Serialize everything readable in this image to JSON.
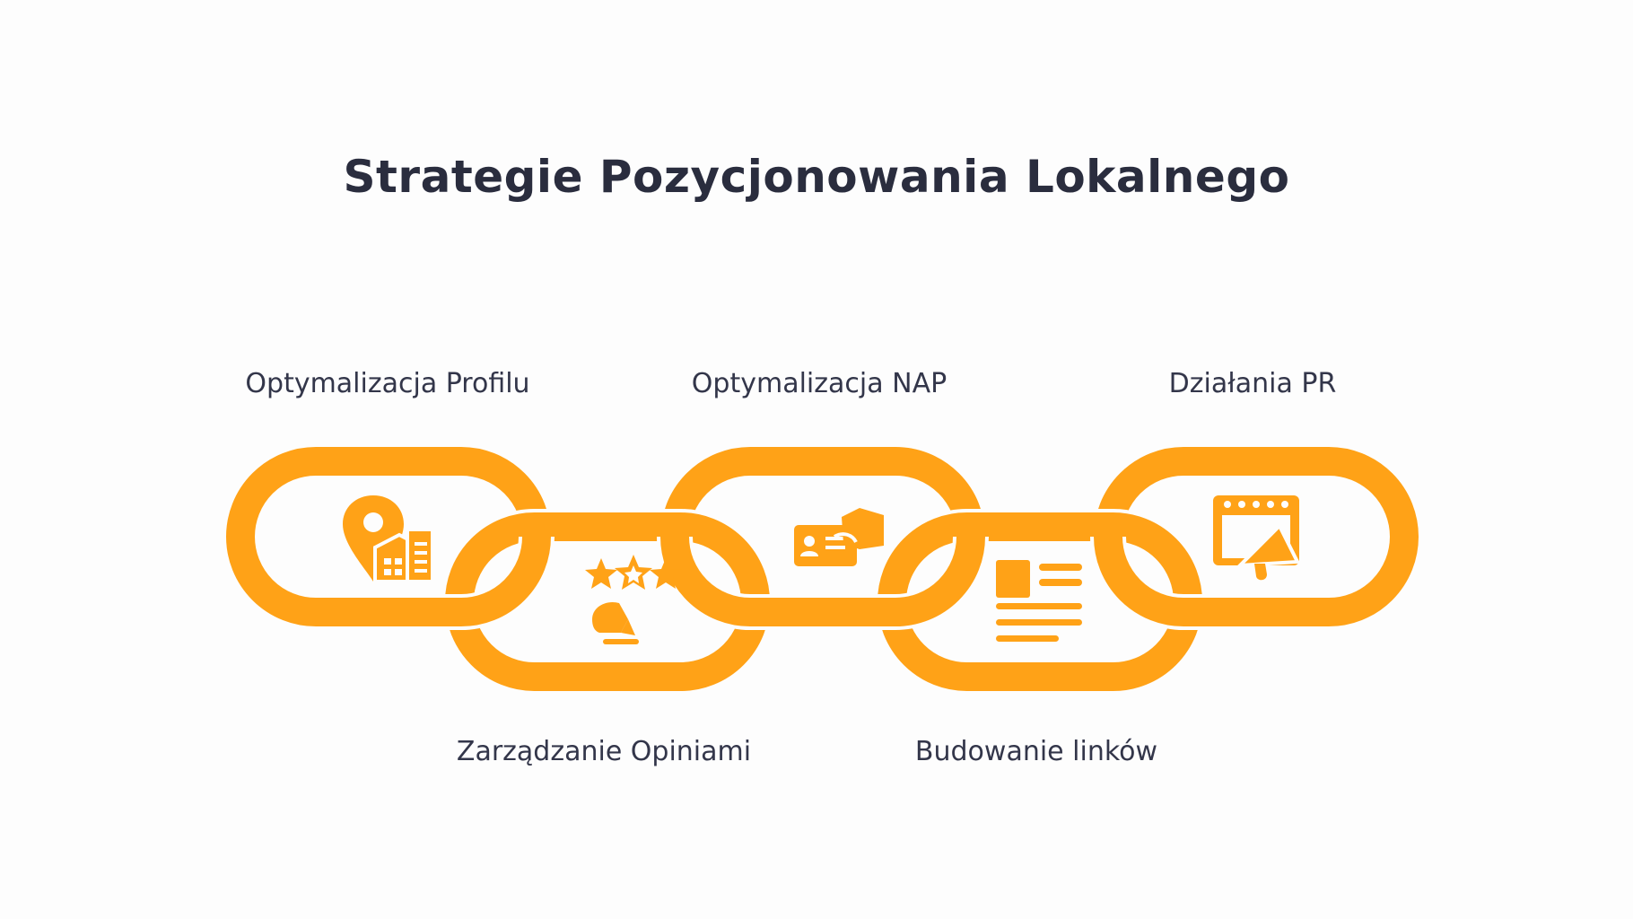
{
  "title": "Strategie Pozycjonowania Lokalnego",
  "colors": {
    "link": "#ffa217",
    "icon": "#ffa217",
    "background": "#fdfdfd",
    "text": "#2c2f3f"
  },
  "steps": [
    {
      "label": "Optymalizacja Profilu",
      "icon": "location-building-icon"
    },
    {
      "label": "Zarządzanie Opiniami",
      "icon": "stars-review-icon"
    },
    {
      "label": "Optymalizacja NAP",
      "icon": "contact-card-icon"
    },
    {
      "label": "Budowanie linków",
      "icon": "article-document-icon"
    },
    {
      "label": "Działania PR",
      "icon": "pr-megaphone-icon"
    }
  ]
}
